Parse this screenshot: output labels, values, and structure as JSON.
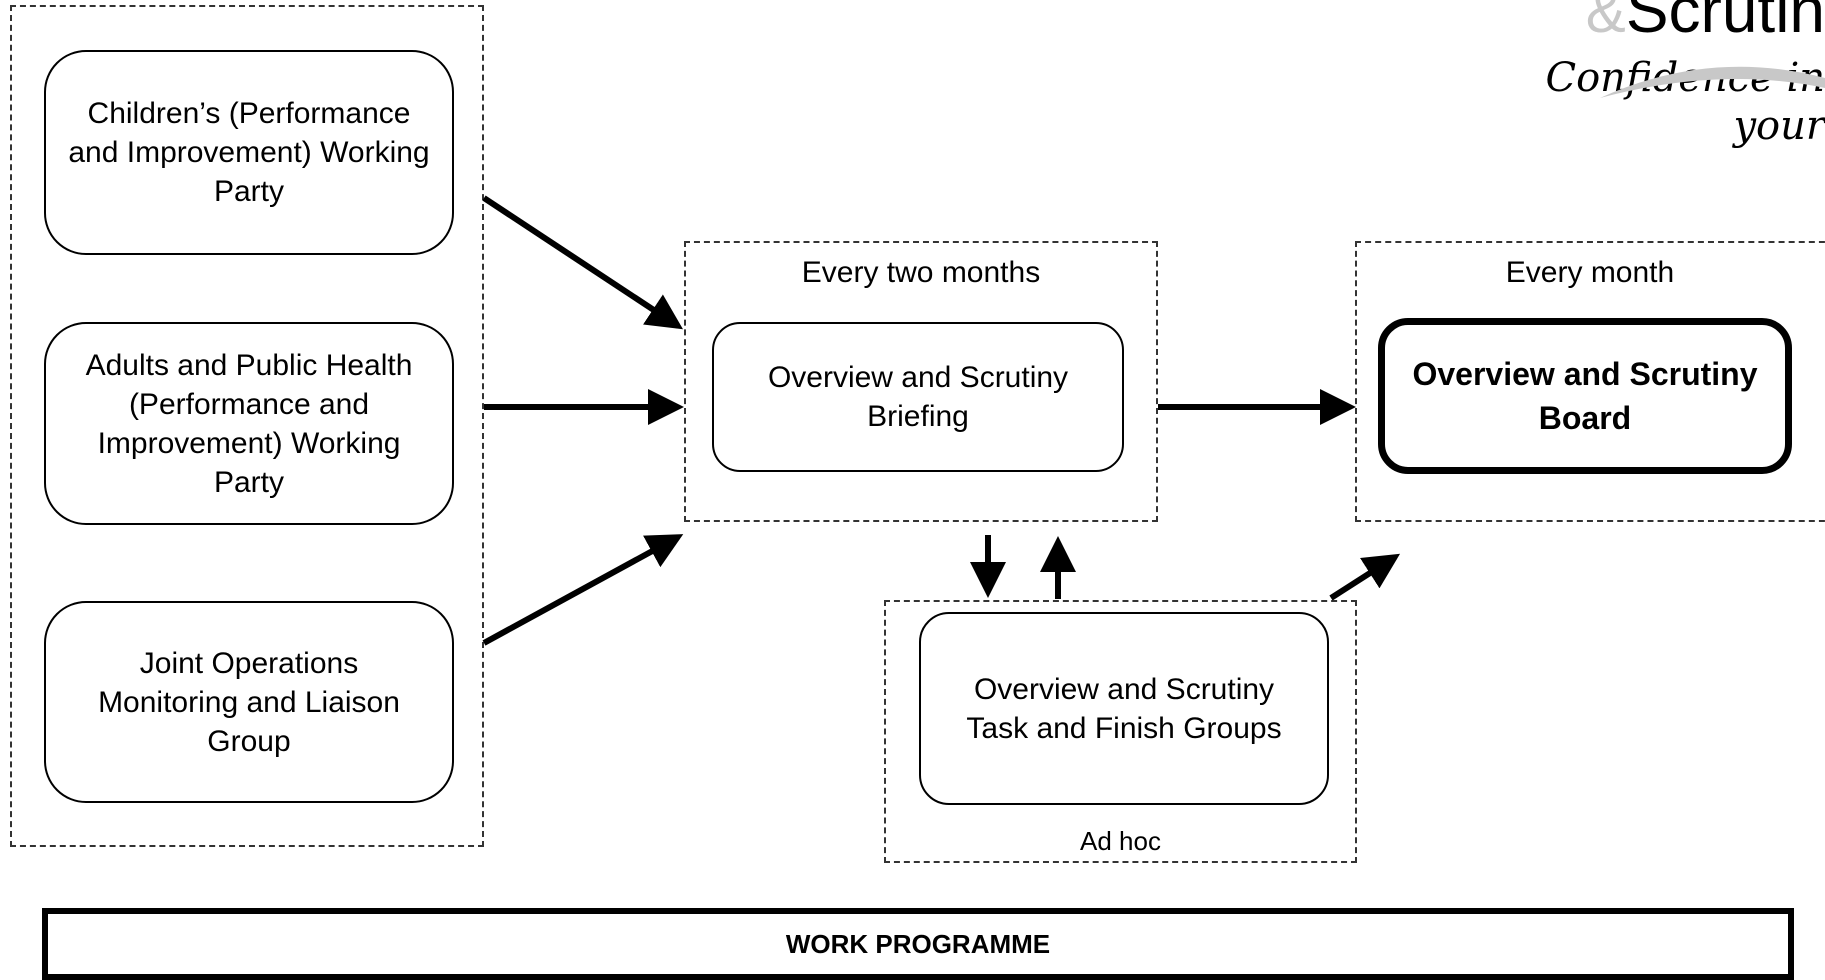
{
  "logo": {
    "amp": "&",
    "word": "Scrutin",
    "tagline": "Confidence in your"
  },
  "groups": {
    "working_parties": {
      "nodes": [
        "Children’s (Performance and Improvement) Working Party",
        "Adults and Public Health (Performance and Improvement) Working Party",
        "Joint Operations Monitoring and Liaison Group"
      ]
    },
    "briefing": {
      "label": "Every two months",
      "node": "Overview and Scrutiny Briefing"
    },
    "board": {
      "label": "Every month",
      "node": "Overview and Scrutiny Board"
    },
    "task_finish": {
      "label": "Ad hoc",
      "node": "Overview and Scrutiny Task and Finish Groups"
    }
  },
  "footer": {
    "work_programme": "WORK PROGRAMME"
  }
}
